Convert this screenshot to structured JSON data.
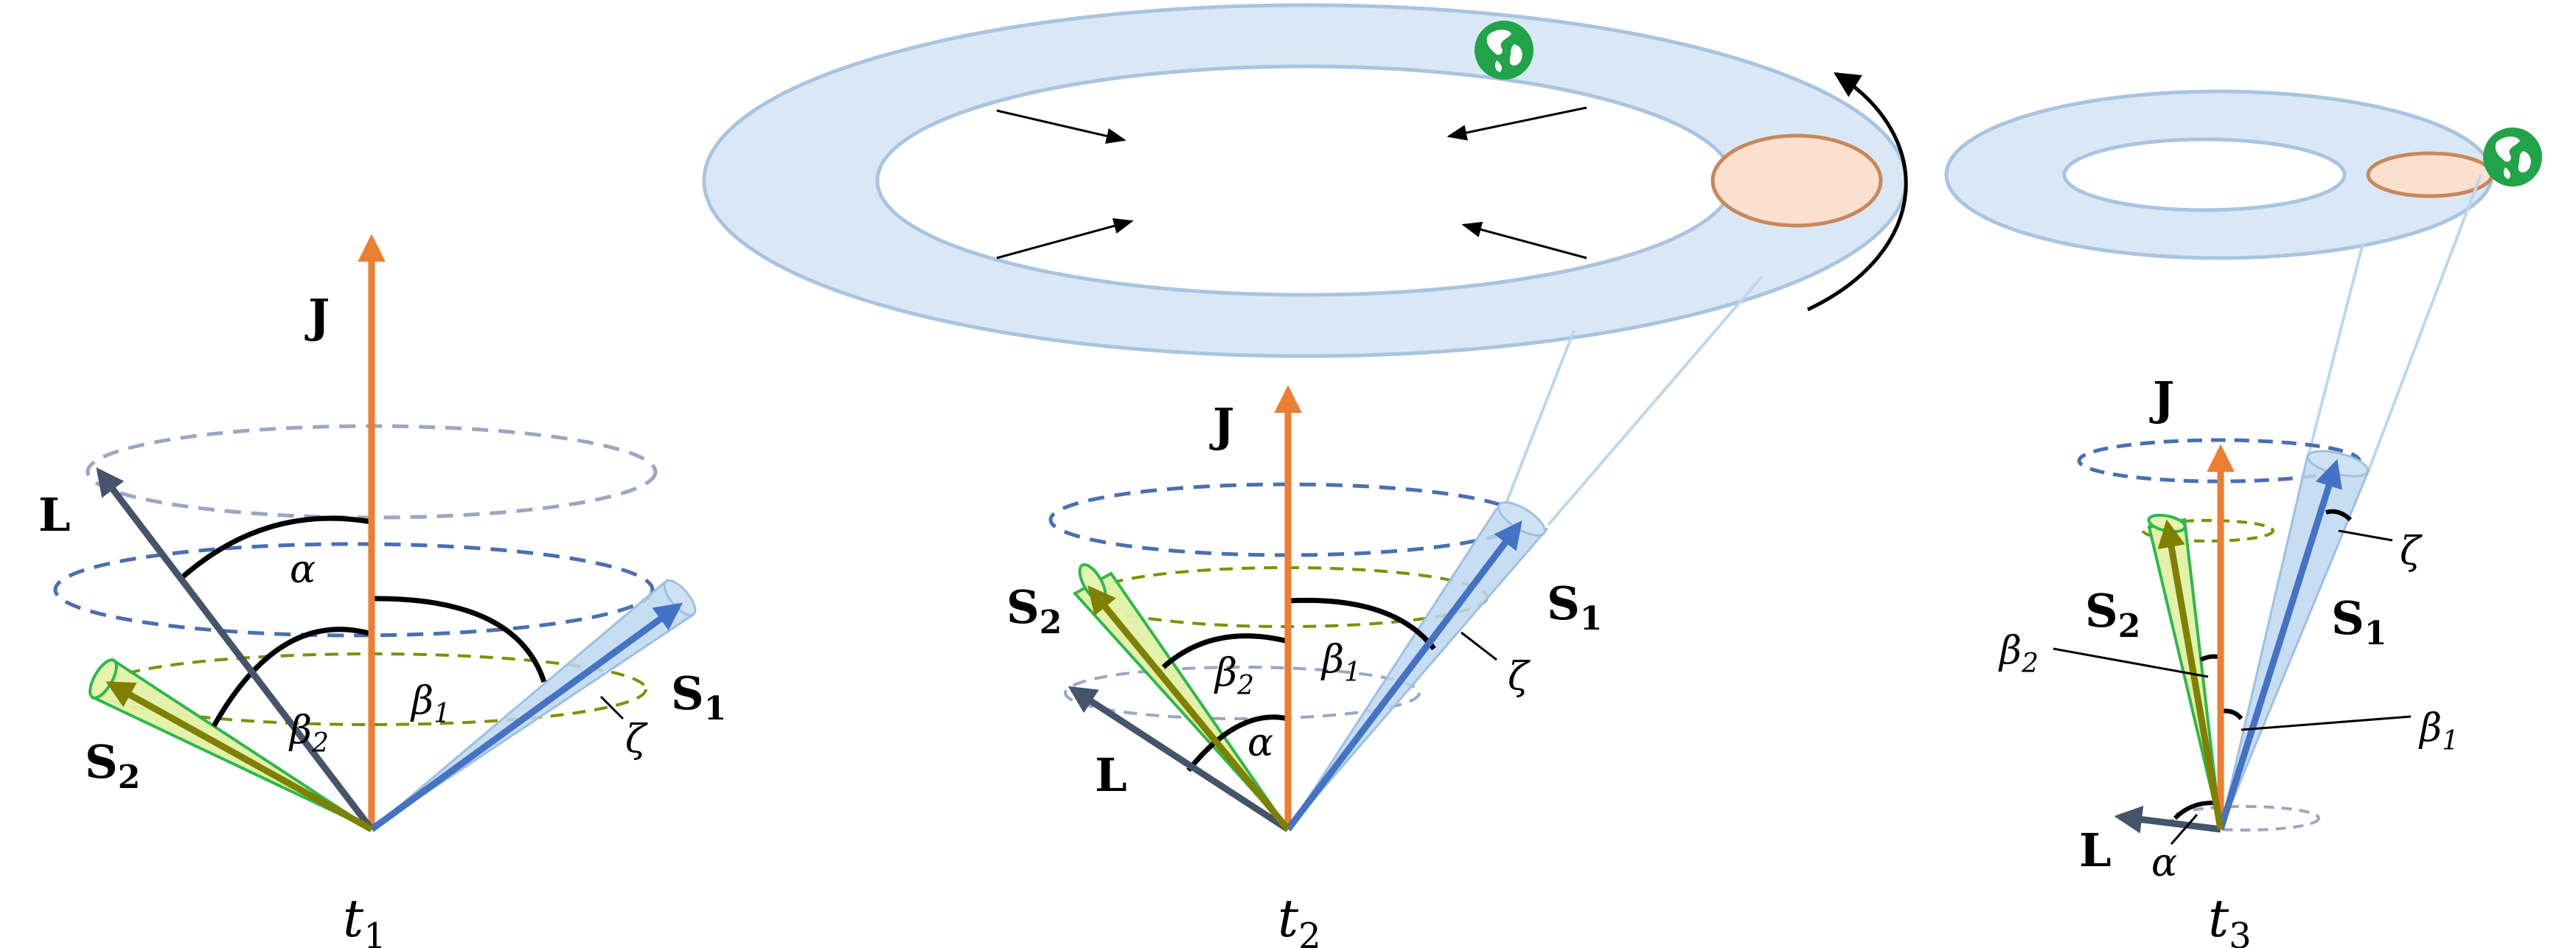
{
  "colors": {
    "J": "#ED7D31",
    "L": "#44546A",
    "S1": "#4472C4",
    "S2": "#7F7F00",
    "cone_S1_fill": "#BDD7EE",
    "cone_S2_fill": "#E2F0A6",
    "cone_S2_stroke": "#2DB84B",
    "disk_fill": "#DAE8F5",
    "disk_stroke": "#A9C4E0",
    "blob_fill": "#FBE0CF",
    "blob_stroke": "#C9875A",
    "dash_blue": "#4A6FB0",
    "dash_grey": "#9AA6C4",
    "dash_olive": "#7F8F00",
    "globe": "#21A34A"
  },
  "icons": [
    "globe-icon"
  ],
  "panels": [
    {
      "id": "t1",
      "time_label": {
        "base": "t",
        "sub": "1"
      },
      "labels": {
        "J": "J",
        "L": "L",
        "S1": {
          "base": "S",
          "sub": "1"
        },
        "S2": {
          "base": "S",
          "sub": "2"
        },
        "alpha": "α",
        "beta1": {
          "base": "β",
          "sub": "1"
        },
        "beta2": {
          "base": "β",
          "sub": "2"
        },
        "zeta": "ζ"
      }
    },
    {
      "id": "t2",
      "time_label": {
        "base": "t",
        "sub": "2"
      },
      "labels": {
        "J": "J",
        "L": "L",
        "S1": {
          "base": "S",
          "sub": "1"
        },
        "S2": {
          "base": "S",
          "sub": "2"
        },
        "alpha": "α",
        "beta1": {
          "base": "β",
          "sub": "1"
        },
        "beta2": {
          "base": "β",
          "sub": "2"
        },
        "zeta": "ζ"
      }
    },
    {
      "id": "t3",
      "time_label": {
        "base": "t",
        "sub": "3"
      },
      "labels": {
        "J": "J",
        "L": "L",
        "S1": {
          "base": "S",
          "sub": "1"
        },
        "S2": {
          "base": "S",
          "sub": "2"
        },
        "alpha": "α",
        "beta1": {
          "base": "β",
          "sub": "1"
        },
        "beta2": {
          "base": "β",
          "sub": "2"
        },
        "zeta": "ζ"
      }
    }
  ]
}
